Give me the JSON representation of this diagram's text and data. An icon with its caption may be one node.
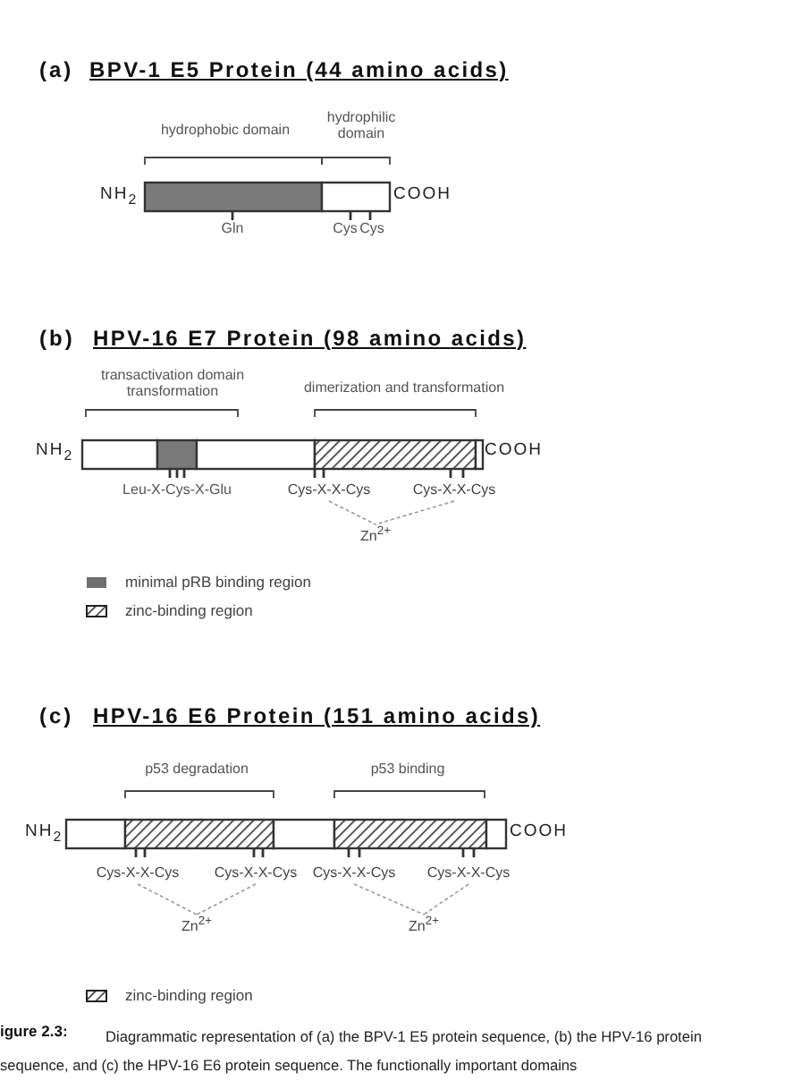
{
  "diagram": {
    "caption": "Diagrammatic representation of (a) the BPV-1 E5 protein sequence, (b) the HPV-16 protein sequence, and (c) the HPV-16 E6 protein sequence. The functionally important domains",
    "nodes": [
      {
        "text": [
          "Cys-X-X-Cys"
        ]
      },
      {
        "text": [
          "Cys-X-X-Cys"
        ]
      },
      {
        "text": [
          "Zn$^{2+}$"
        ]
      },
      {
        "text": [
          "Cys-X-X-Cys"
        ]
      },
      {
        "text": [
          "Cys-X-X-Cys"
        ]
      },
      {
        "text": [
          "Zn$^{2+}$"
        ]
      },
      {
        "text": [
          "Cys-X-X-Cys"
        ]
      },
      {
        "text": [
          "Cys-X-X-Cys"
        ]
      },
      {
        "text": [
          "Zn$^{2+}$"
        ]
      }
    ],
    "edges": [
      {
        "from": 0,
        "to": 2,
        "arrow": "none",
        "style": "dashed"
      },
      {
        "from": 1,
        "to": 2,
        "arrow": "none",
        "style": "dashed"
      },
      {
        "from": 3,
        "to": 5,
        "arrow": "none",
        "style": "dashed"
      },
      {
        "from": 4,
        "to": 5,
        "arrow": "none",
        "style": "dashed"
      },
      {
        "from": 6,
        "to": 8,
        "arrow": "none",
        "style": "dashed"
      },
      {
        "from": 7,
        "to": 8,
        "arrow": "none",
        "style": "dashed"
      }
    ],
    "labels": [
      "(a)",
      "BPV-1 E5 Protein (44 amino acids)",
      "hydrophobic domain",
      "hydrophilic domain",
      "NH$_{2}$",
      "COOH",
      "Gln",
      "Cys",
      "Cys",
      "(b)",
      "HPV-16 E7 Protein (98 amino acids)",
      "transactivation domain transformation",
      "dimerization and transformation",
      "NH$_{2}$",
      "COOH",
      "Leu-X-Cys-X-Glu",
      "(c)",
      "HPV-16 E6 Protein (151 amino acids)",
      "p53 degradation",
      "p53 binding",
      "NH$_{2}$",
      "COOH",
      "igure 2.3:"
    ],
    "legend": [
      {
        "text": "minimal pRB binding region",
        "color": "#6e6e6e"
      },
      {
        "text": "zinc-binding region"
      },
      {
        "text": "zinc-binding region"
      }
    ]
  }
}
